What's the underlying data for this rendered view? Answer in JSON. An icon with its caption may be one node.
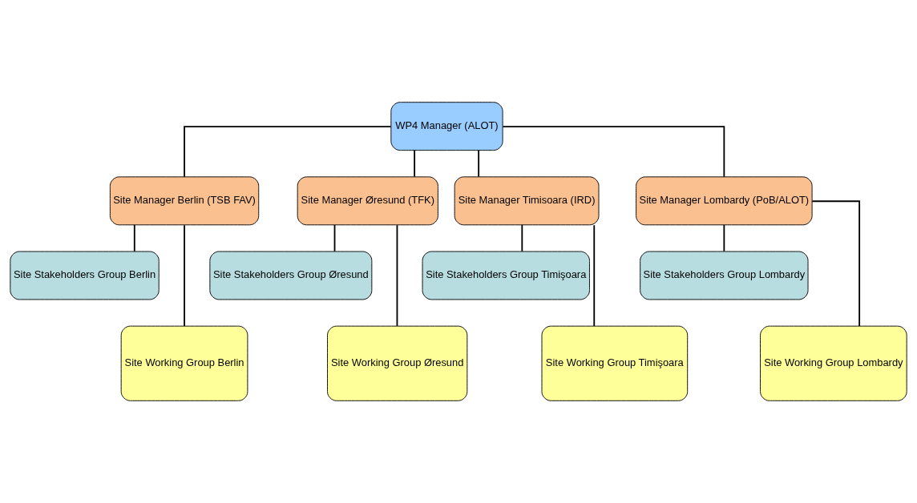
{
  "diagram": {
    "nodes": [
      {
        "text": [
          "WP4 Manager (ALOT)"
        ]
      },
      {
        "text": [
          "Site Manager Berlin (TSB FAV)"
        ]
      },
      {
        "text": [
          "Site Manager Øresund (TFK)"
        ]
      },
      {
        "text": [
          "Site Manager Timisoara (IRD)"
        ]
      },
      {
        "text": [
          "Site Manager Lombardy (PoB/ALOT)"
        ]
      },
      {
        "text": [
          "Site Stakeholders Group Berlin"
        ]
      },
      {
        "text": [
          "Site Stakeholders Group Øresund"
        ]
      },
      {
        "text": [
          "Site Stakeholders Group Timişoara"
        ]
      },
      {
        "text": [
          "Site Stakeholders Group Lombardy"
        ]
      },
      {
        "text": [
          "Site Working Group Berlin"
        ]
      },
      {
        "text": [
          "Site Working Group Øresund"
        ]
      },
      {
        "text": [
          "Site Working Group Timişoara"
        ]
      },
      {
        "text": [
          "Site Working Group Lombardy"
        ]
      }
    ],
    "edges": [
      {
        "from": 0,
        "to": 1,
        "arrow": "none"
      },
      {
        "from": 0,
        "to": 2,
        "arrow": "none"
      },
      {
        "from": 0,
        "to": 3,
        "arrow": "none"
      },
      {
        "from": 0,
        "to": 4,
        "arrow": "none"
      },
      {
        "from": 1,
        "to": 5,
        "arrow": "none"
      },
      {
        "from": 1,
        "to": 9,
        "arrow": "none"
      },
      {
        "from": 2,
        "to": 6,
        "arrow": "none"
      },
      {
        "from": 2,
        "to": 10,
        "arrow": "none"
      },
      {
        "from": 3,
        "to": 7,
        "arrow": "none"
      },
      {
        "from": 3,
        "to": 11,
        "arrow": "none"
      },
      {
        "from": 4,
        "to": 8,
        "arrow": "none"
      },
      {
        "from": 4,
        "to": 12,
        "arrow": "none"
      }
    ]
  }
}
